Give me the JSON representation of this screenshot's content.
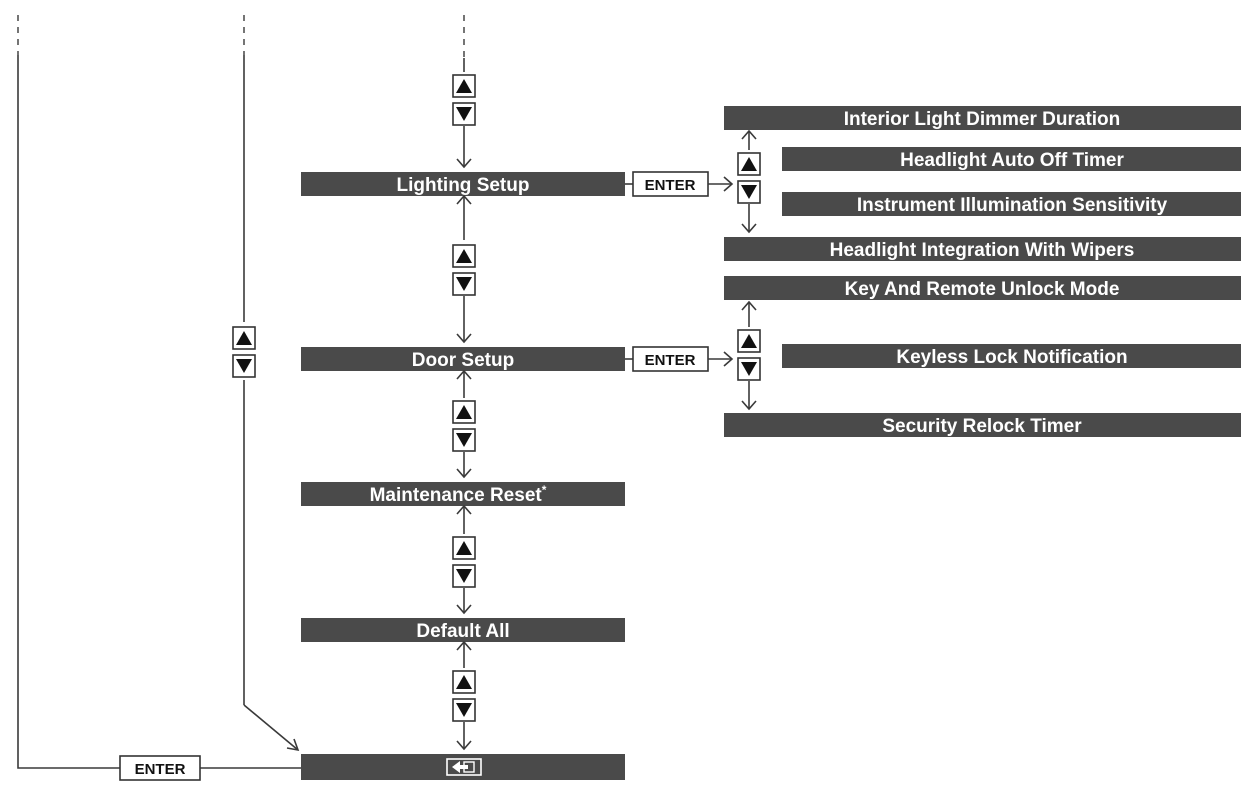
{
  "main_menu": {
    "lighting_setup": "Lighting Setup",
    "door_setup": "Door Setup",
    "maintenance_reset": "Maintenance Reset",
    "maintenance_reset_mark": "*",
    "default_all": "Default All",
    "back_icon": "return-arrow-icon"
  },
  "lighting_submenu": {
    "interior_light": "Interior Light Dimmer Duration",
    "headlight_auto_off": "Headlight Auto Off Timer",
    "instrument_illumination": "Instrument Illumination Sensitivity",
    "headlight_wipers": "Headlight Integration With Wipers"
  },
  "door_submenu": {
    "key_remote": "Key And Remote Unlock Mode",
    "keyless_lock": "Keyless Lock Notification",
    "security_relock": "Security Relock Timer"
  },
  "buttons": {
    "enter": "ENTER",
    "up_icon": "up-triangle-icon",
    "down_icon": "down-triangle-icon"
  }
}
